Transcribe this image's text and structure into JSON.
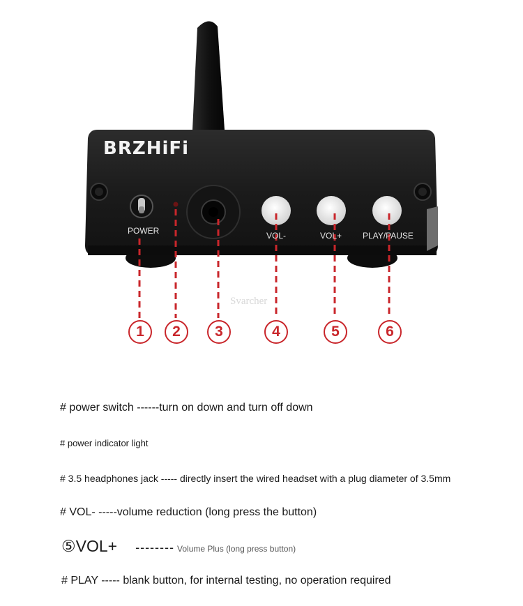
{
  "device": {
    "brand": "BRZHiFi",
    "labels": {
      "power": "POWER",
      "vol_minus": "VOL-",
      "vol_plus": "VOL+",
      "play_pause": "PLAY/PAUSE"
    },
    "watermark": "Svarcher"
  },
  "callouts": [
    "1",
    "2",
    "3",
    "4",
    "5",
    "6"
  ],
  "descriptions": {
    "d1": "# power switch ------turn on down and turn off down",
    "d2": "# power indicator light",
    "d3": "# 3.5 headphones jack ----- directly insert the wired headset with a plug diameter of 3.5mm",
    "d4": "# VOL- -----volume reduction (long press the button)",
    "d5_main": "⑤VOL+",
    "d5_dash": "--------",
    "d5_sub": "Volume Plus (long press button)",
    "d6": "# PLAY ----- blank button, for internal testing, no operation required"
  },
  "colors": {
    "callout": "#c9262b",
    "body": "#1e1e1e",
    "button": "#e8e8e8",
    "background": "#ffffff"
  }
}
